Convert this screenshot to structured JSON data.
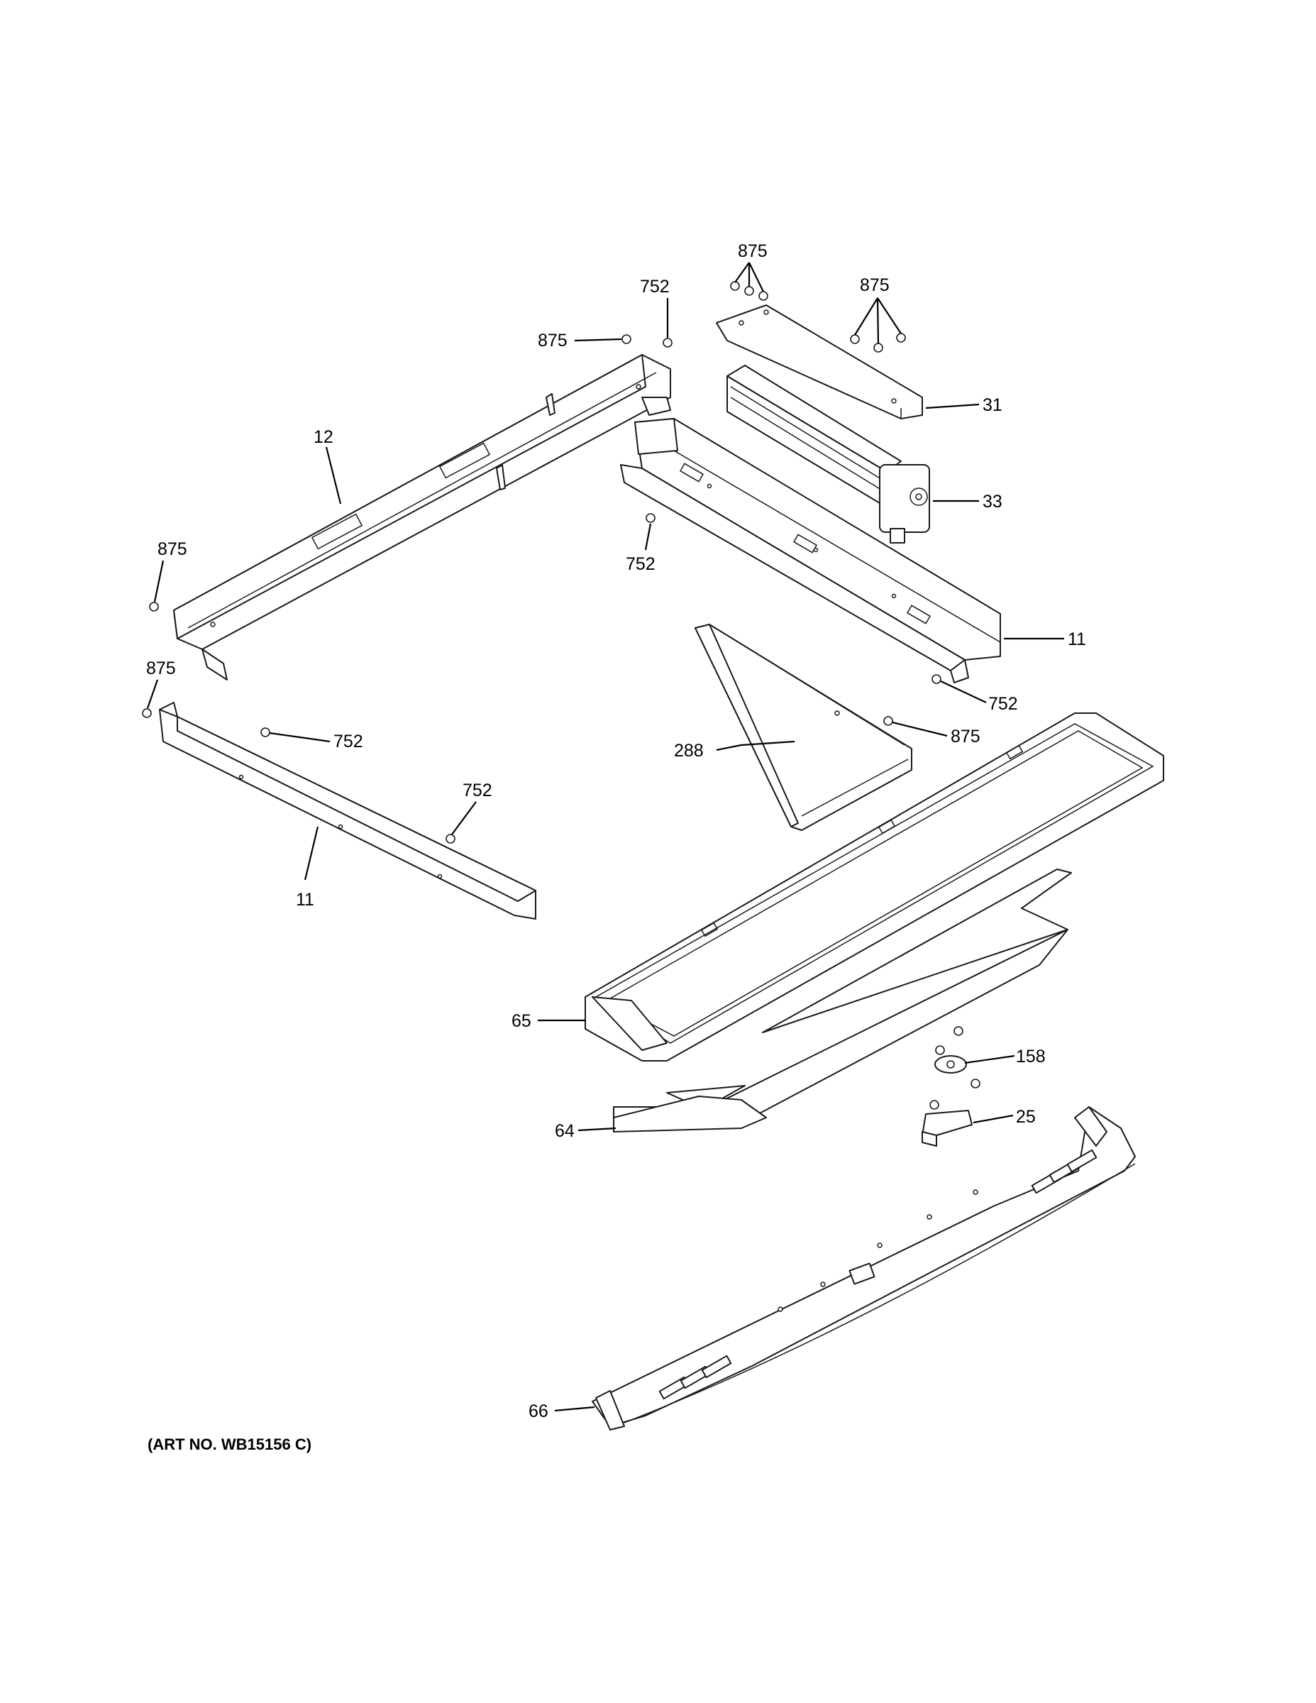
{
  "diagram": {
    "art_number": "(ART NO. WB15156 C)",
    "callouts": {
      "c875_top_left": "875",
      "c875_top_right": "875",
      "c752_top": "752",
      "c875_rail": "875",
      "c31": "31",
      "c33": "33",
      "c12": "12",
      "c752_mid": "752",
      "c875_left1": "875",
      "c11_right": "11",
      "c875_left2": "875",
      "c752_right": "752",
      "c752_left_a": "752",
      "c875_tri": "875",
      "c288": "288",
      "c752_left_b": "752",
      "c11_left": "11",
      "c65": "65",
      "c158": "158",
      "c64": "64",
      "c25": "25",
      "c66": "66"
    }
  }
}
